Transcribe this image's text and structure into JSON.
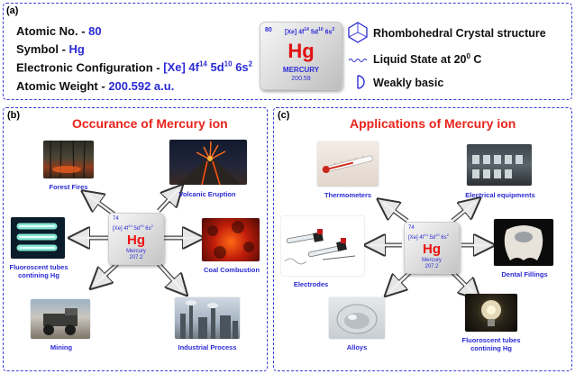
{
  "panel_a": {
    "label": "(a)",
    "atomic_no_label": "Atomic No. - ",
    "atomic_no_value": "80",
    "symbol_label": "Symbol - ",
    "symbol_value": "Hg",
    "config_label": "Electronic Configuration - ",
    "config_value_1": "[Xe] 4f",
    "config_sup_1": "14",
    "config_value_2": " 5d",
    "config_sup_2": "10",
    "config_value_3": " 6s",
    "config_sup_3": "2",
    "weight_label": "Atomic Weight - ",
    "weight_value": "200.592 a.u.",
    "tile": {
      "number": "80",
      "config_1": "[Xe] 4f",
      "config_sup_1": "14",
      "config_2": " 5d",
      "config_sup_2": "10",
      "config_3": " 6s",
      "config_sup_3": "2",
      "symbol": "Hg",
      "name": "MERCURY",
      "weight": "200.59"
    },
    "legend": {
      "crystal": "Rhombohedral Crystal structure",
      "liquid_1": "Liquid State at 20",
      "liquid_sup": "0",
      "liquid_2": " C",
      "basic": "Weakly basic"
    }
  },
  "panel_b": {
    "label": "(b)",
    "title": "Occurance of Mercury ion",
    "tile": {
      "number": "74",
      "config_1": "[Xe] 4f",
      "config_sup_1": "14",
      "config_2": " 5d",
      "config_sup_2": "10",
      "config_3": " 6s",
      "config_sup_3": "2",
      "symbol": "Hg",
      "name": "Mercury",
      "weight": "207.2"
    },
    "items": {
      "forest": "Forest Fires",
      "volcano": "Volcanic Eruption",
      "fluoro_1": "Fluoroscent tubes",
      "fluoro_2": "contining Hg",
      "coal": "Coal Combustion",
      "mining": "Mining",
      "industrial": "Industrial Process"
    }
  },
  "panel_c": {
    "label": "(c)",
    "title": "Applications of Mercury ion",
    "tile": {
      "number": "74",
      "config_1": "[Xe] 4f",
      "config_sup_1": "14",
      "config_2": " 5d",
      "config_sup_2": "10",
      "config_3": " 6s",
      "config_sup_3": "2",
      "symbol": "Hg",
      "name": "Mercury",
      "weight": "207.2"
    },
    "items": {
      "thermo": "Thermometers",
      "electrical": "Electrical equipments",
      "electrodes": "Electrodes",
      "dental": "Dental Fillings",
      "alloys": "Alloys",
      "fluoro_1": "Fluoroscent tubes",
      "fluoro_2": "contining Hg"
    }
  },
  "colors": {
    "border": "#3b3bd8",
    "value_blue": "#2b2bd6",
    "title_red": "#e8231b",
    "symbol_red": "#e11111"
  }
}
